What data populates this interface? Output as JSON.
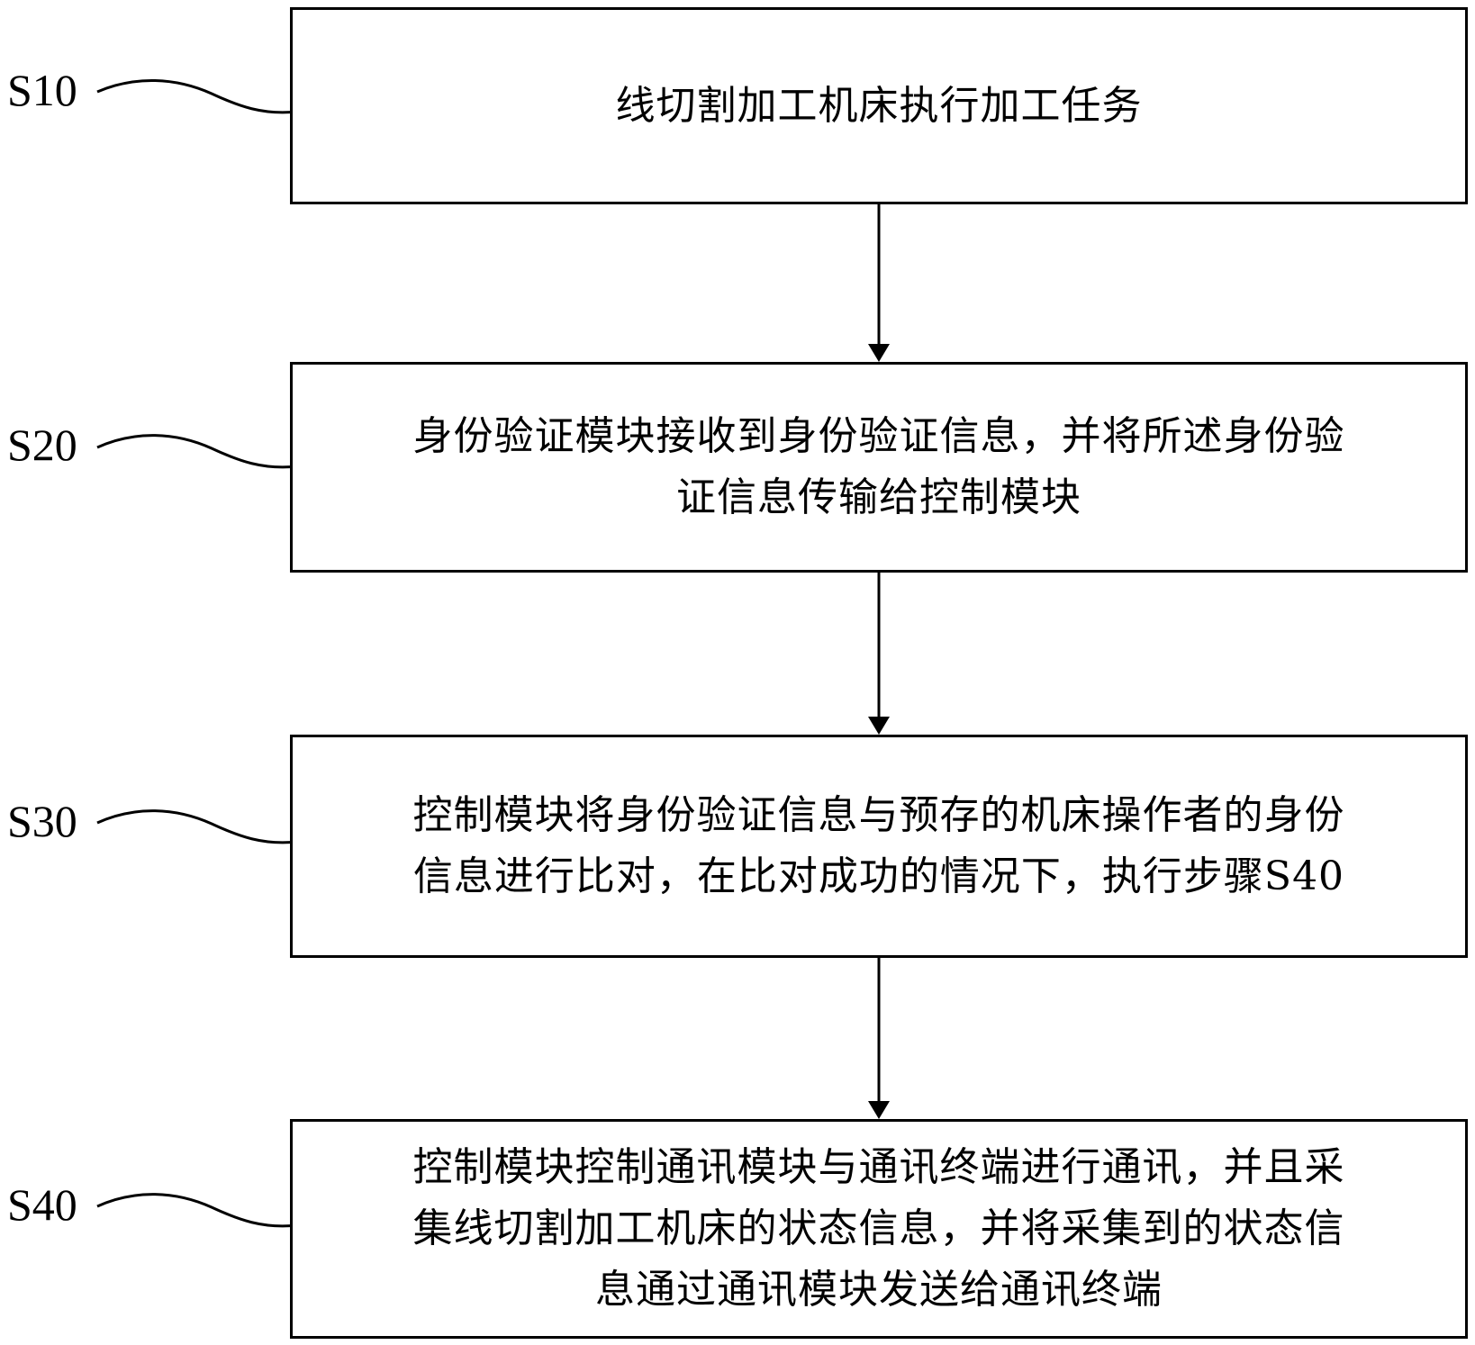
{
  "steps": [
    {
      "label": "S10",
      "text": "线切割加工机床执行加工任务"
    },
    {
      "label": "S20",
      "text": "身份验证模块接收到身份验证信息，并将所述身份验\n证信息传输给控制模块"
    },
    {
      "label": "S30",
      "text": "控制模块将身份验证信息与预存的机床操作者的身份\n信息进行比对，在比对成功的情况下，执行步骤S40"
    },
    {
      "label": "S40",
      "text": "控制模块控制通讯模块与通讯终端进行通讯，并且采\n集线切割加工机床的状态信息，并将采集到的状态信\n息通过通讯模块发送给通讯终端"
    }
  ],
  "colors": {
    "stroke": "#000000",
    "background": "#ffffff"
  }
}
